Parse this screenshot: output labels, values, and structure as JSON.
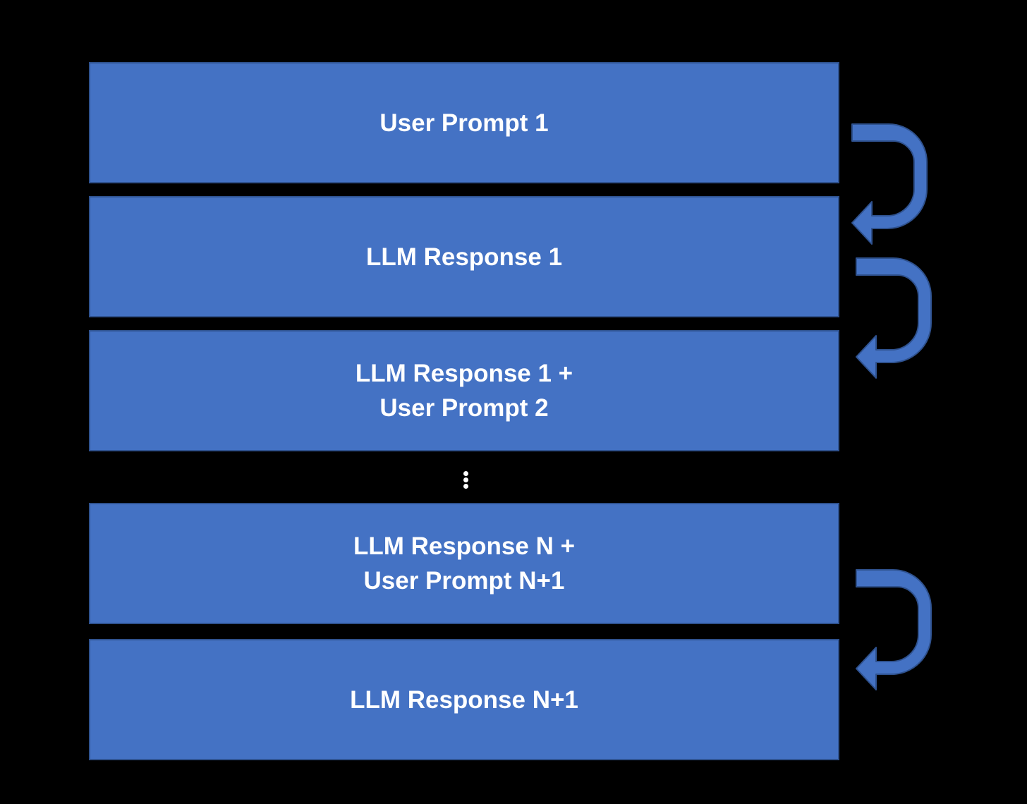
{
  "colors": {
    "background": "#000000",
    "block_fill": "#4472C4",
    "block_border": "#2F528F",
    "text": "#FFFFFF"
  },
  "blocks": [
    {
      "label": "User Prompt 1"
    },
    {
      "label": "LLM Response 1"
    },
    {
      "label": "LLM Response 1 +\nUser Prompt 2"
    },
    {
      "label": "LLM Response N +\nUser Prompt N+1"
    },
    {
      "label": "LLM Response N+1"
    }
  ],
  "arrows": [
    {
      "icon": "curved-return-arrow-icon"
    },
    {
      "icon": "curved-return-arrow-icon"
    },
    {
      "icon": "curved-return-arrow-icon"
    }
  ],
  "continuation": {
    "icon": "vertical-ellipsis-icon"
  }
}
